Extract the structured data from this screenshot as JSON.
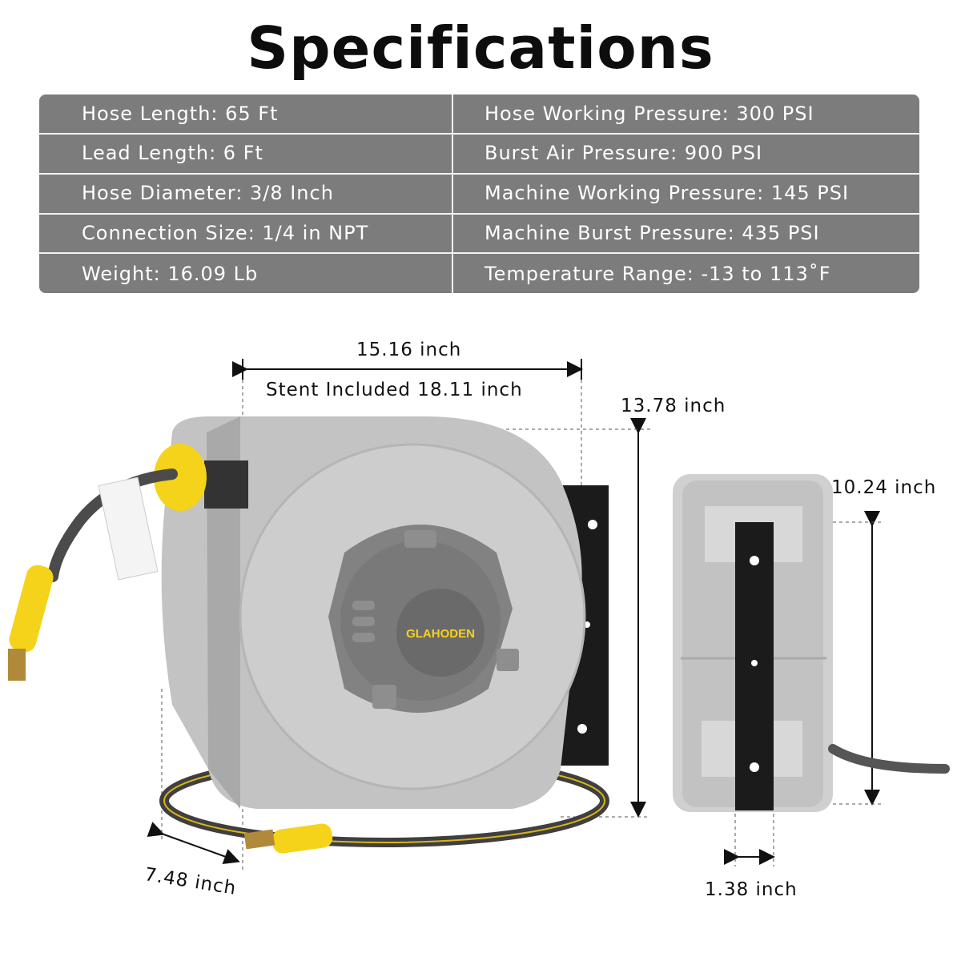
{
  "title": "Specifications",
  "specs": {
    "left": [
      "Hose Length: 65 Ft",
      "Lead Length: 6 Ft",
      "Hose Diameter: 3/8 Inch",
      "Connection Size: 1/4 in NPT",
      "Weight: 16.09 Lb"
    ],
    "right": [
      "Hose Working Pressure: 300 PSI",
      "Burst Air Pressure: 900 PSI",
      "Machine Working Pressure: 145 PSI",
      "Machine Burst Pressure: 435 PSI",
      "Temperature Range: -13 to 113˚F"
    ]
  },
  "dimensions": {
    "width": "15.16 inch",
    "width_with_stent": "Stent Included 18.11 inch",
    "height": "13.78 inch",
    "side_height": "10.24 inch",
    "depth": "7.48 inch",
    "bracket_width": "1.38 inch"
  },
  "product": {
    "brand": "GLAHODEN"
  },
  "colors": {
    "table_bg": "#7c7c7c",
    "reel_body": "#c9c9c9",
    "reel_dark": "#6f6f6f",
    "accent_yellow": "#f5d31a",
    "bracket": "#1b1b1b"
  }
}
